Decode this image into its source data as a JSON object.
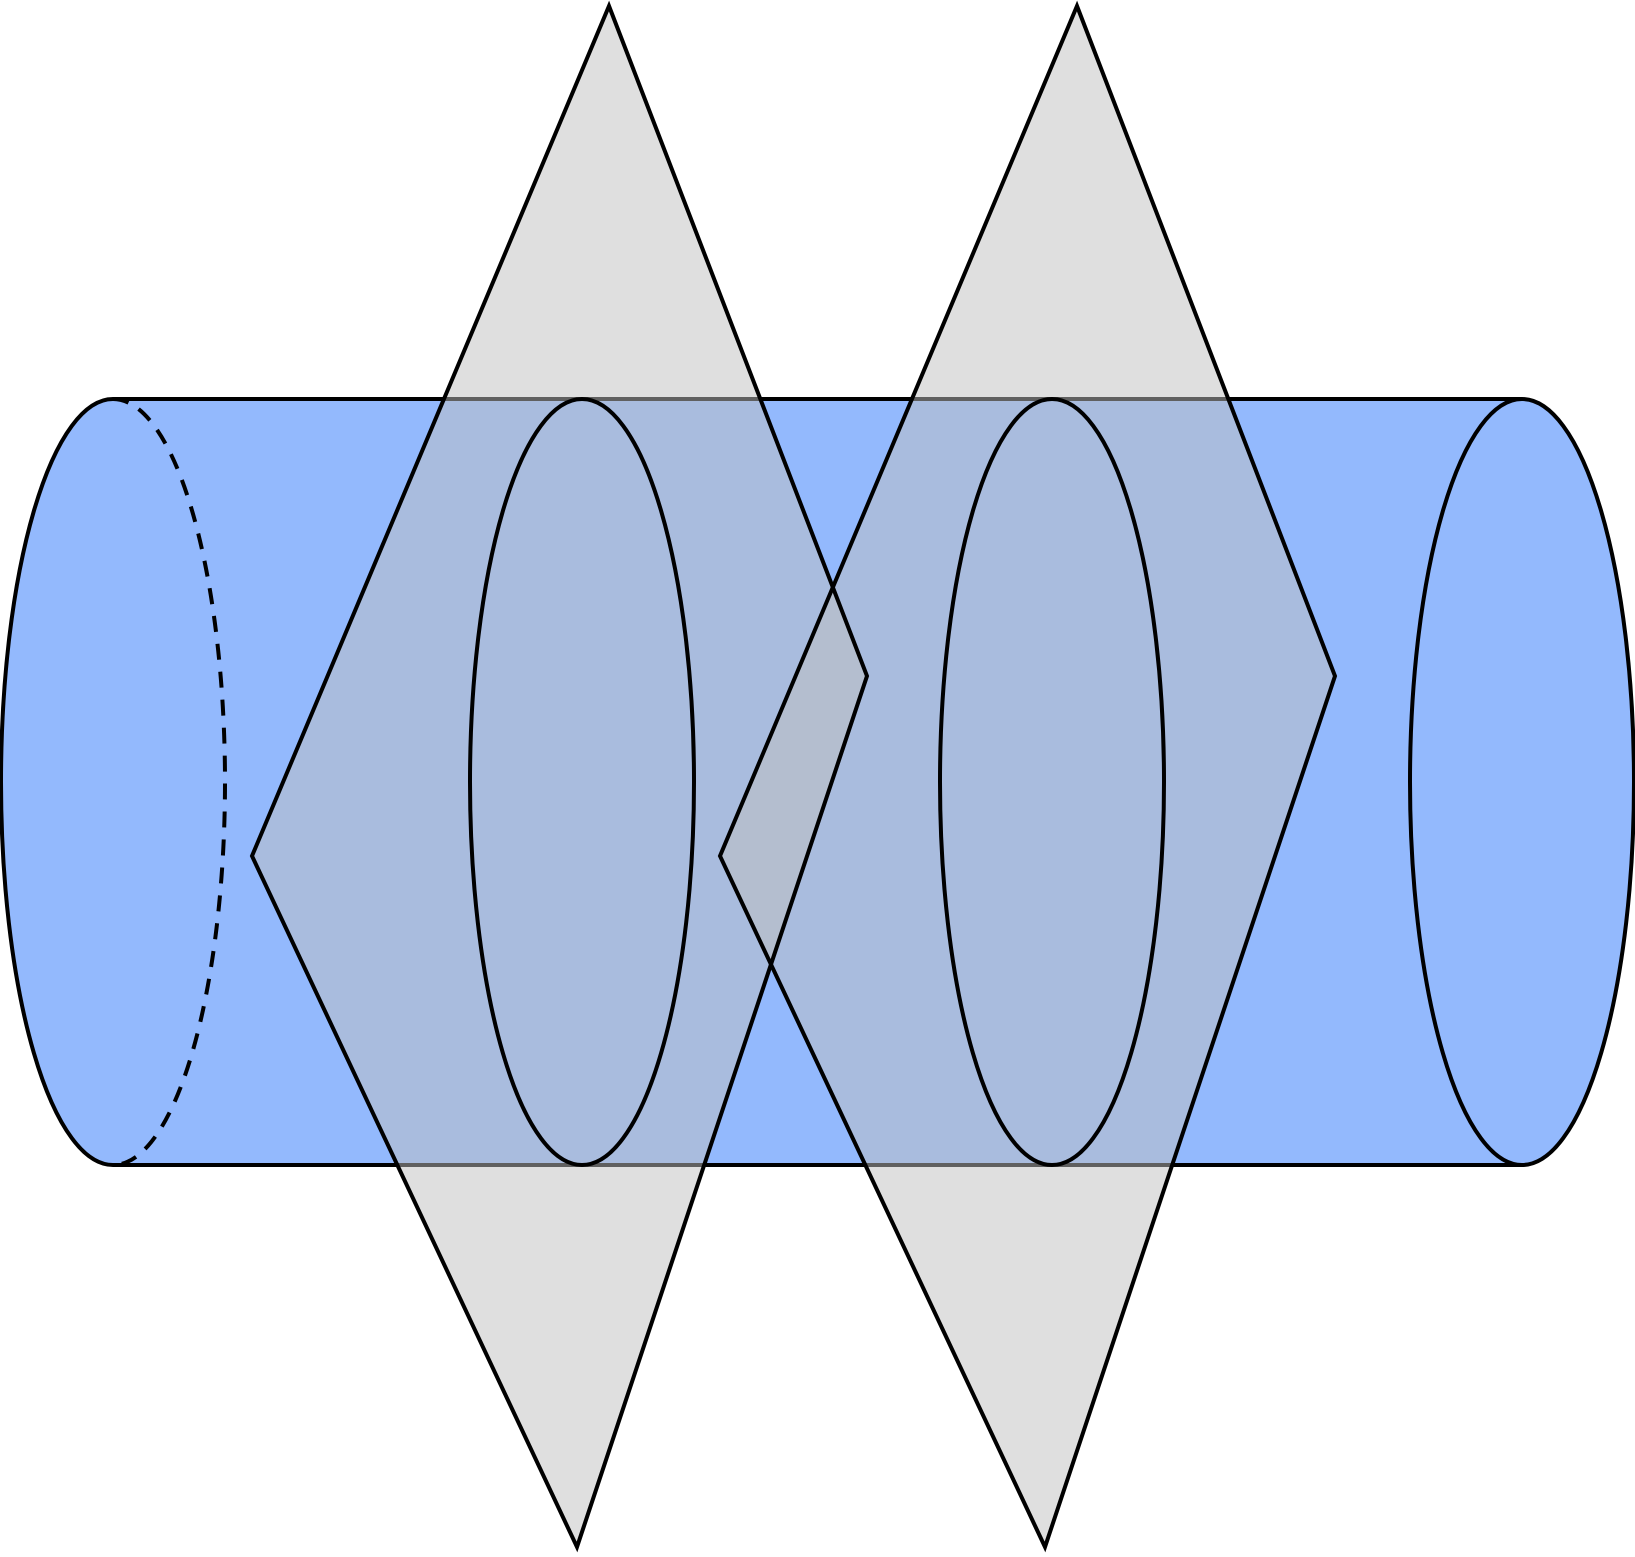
{
  "colors": {
    "background": "#ffffff",
    "cylinder_fill": "#93b9fd",
    "plane_fill": "#bfbfbf",
    "outline": "#000000"
  },
  "scene": {
    "cylinder": {
      "sections": 3
    },
    "planes": {
      "count": 2,
      "overlap_opacity": 0.5
    }
  }
}
